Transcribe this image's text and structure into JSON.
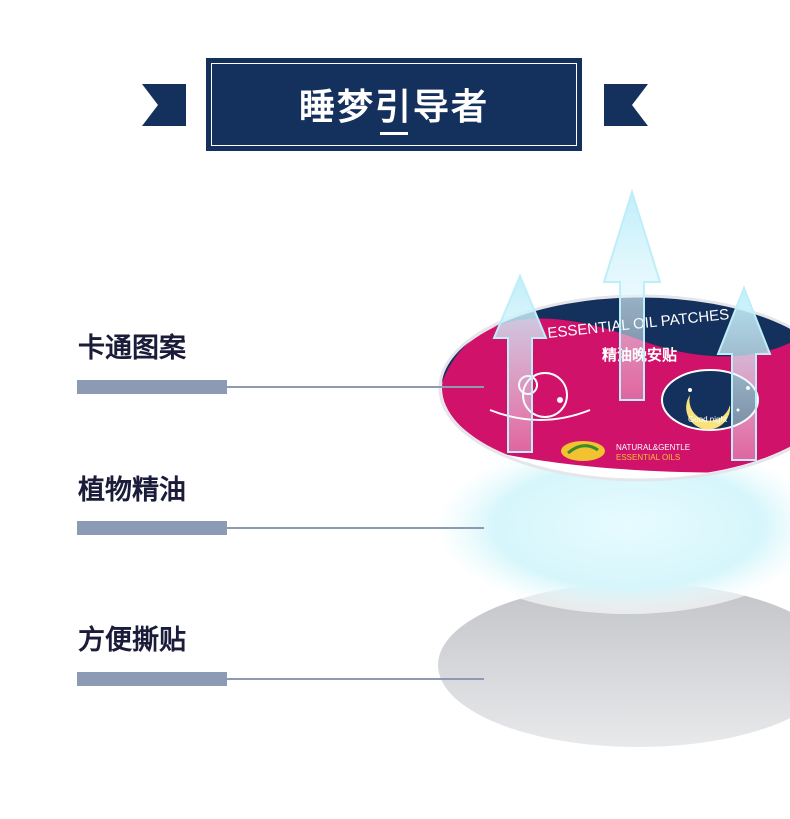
{
  "header": {
    "title": "睡梦引导者"
  },
  "features": [
    {
      "label": "卡通图案"
    },
    {
      "label": "植物精油"
    },
    {
      "label": "方便撕贴"
    }
  ],
  "patch": {
    "arc_text": "ESSENTIAL OIL PATCHES",
    "cn_name": "精油晚安贴",
    "moon_text": "Good night",
    "brand_line1": "NATURAL&GENTLE",
    "brand_line2": "ESSENTIAL OILS"
  },
  "colors": {
    "navy": "#14305c",
    "magenta": "#d0126b",
    "bar": "#8c9ab3",
    "gold": "#f2c230"
  }
}
